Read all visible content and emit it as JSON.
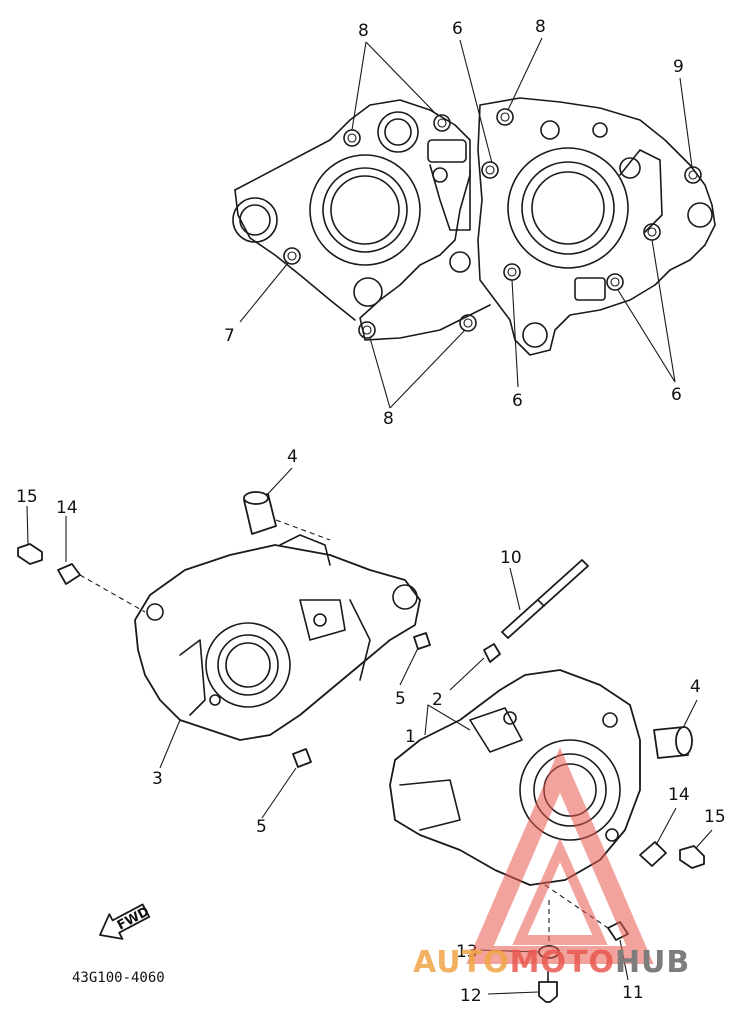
{
  "callouts": {
    "top": [
      "8",
      "6",
      "8",
      "9",
      "7",
      "8",
      "6",
      "6"
    ],
    "bottom": [
      "4",
      "15",
      "14",
      "10",
      "5",
      "2",
      "1",
      "4",
      "3",
      "14",
      "15",
      "5",
      "13",
      "12",
      "11"
    ]
  },
  "diagram_code": "43G100-4060",
  "fwd_label": "FWD",
  "watermark": {
    "part1": "AUTO",
    "part2": "MOTO",
    "part3": "HUB"
  },
  "colors": {
    "watermark_red": "#e8584f",
    "watermark_orange": "#f0a546",
    "watermark_gray": "#7d7d7d",
    "line": "#1a1a1a"
  }
}
